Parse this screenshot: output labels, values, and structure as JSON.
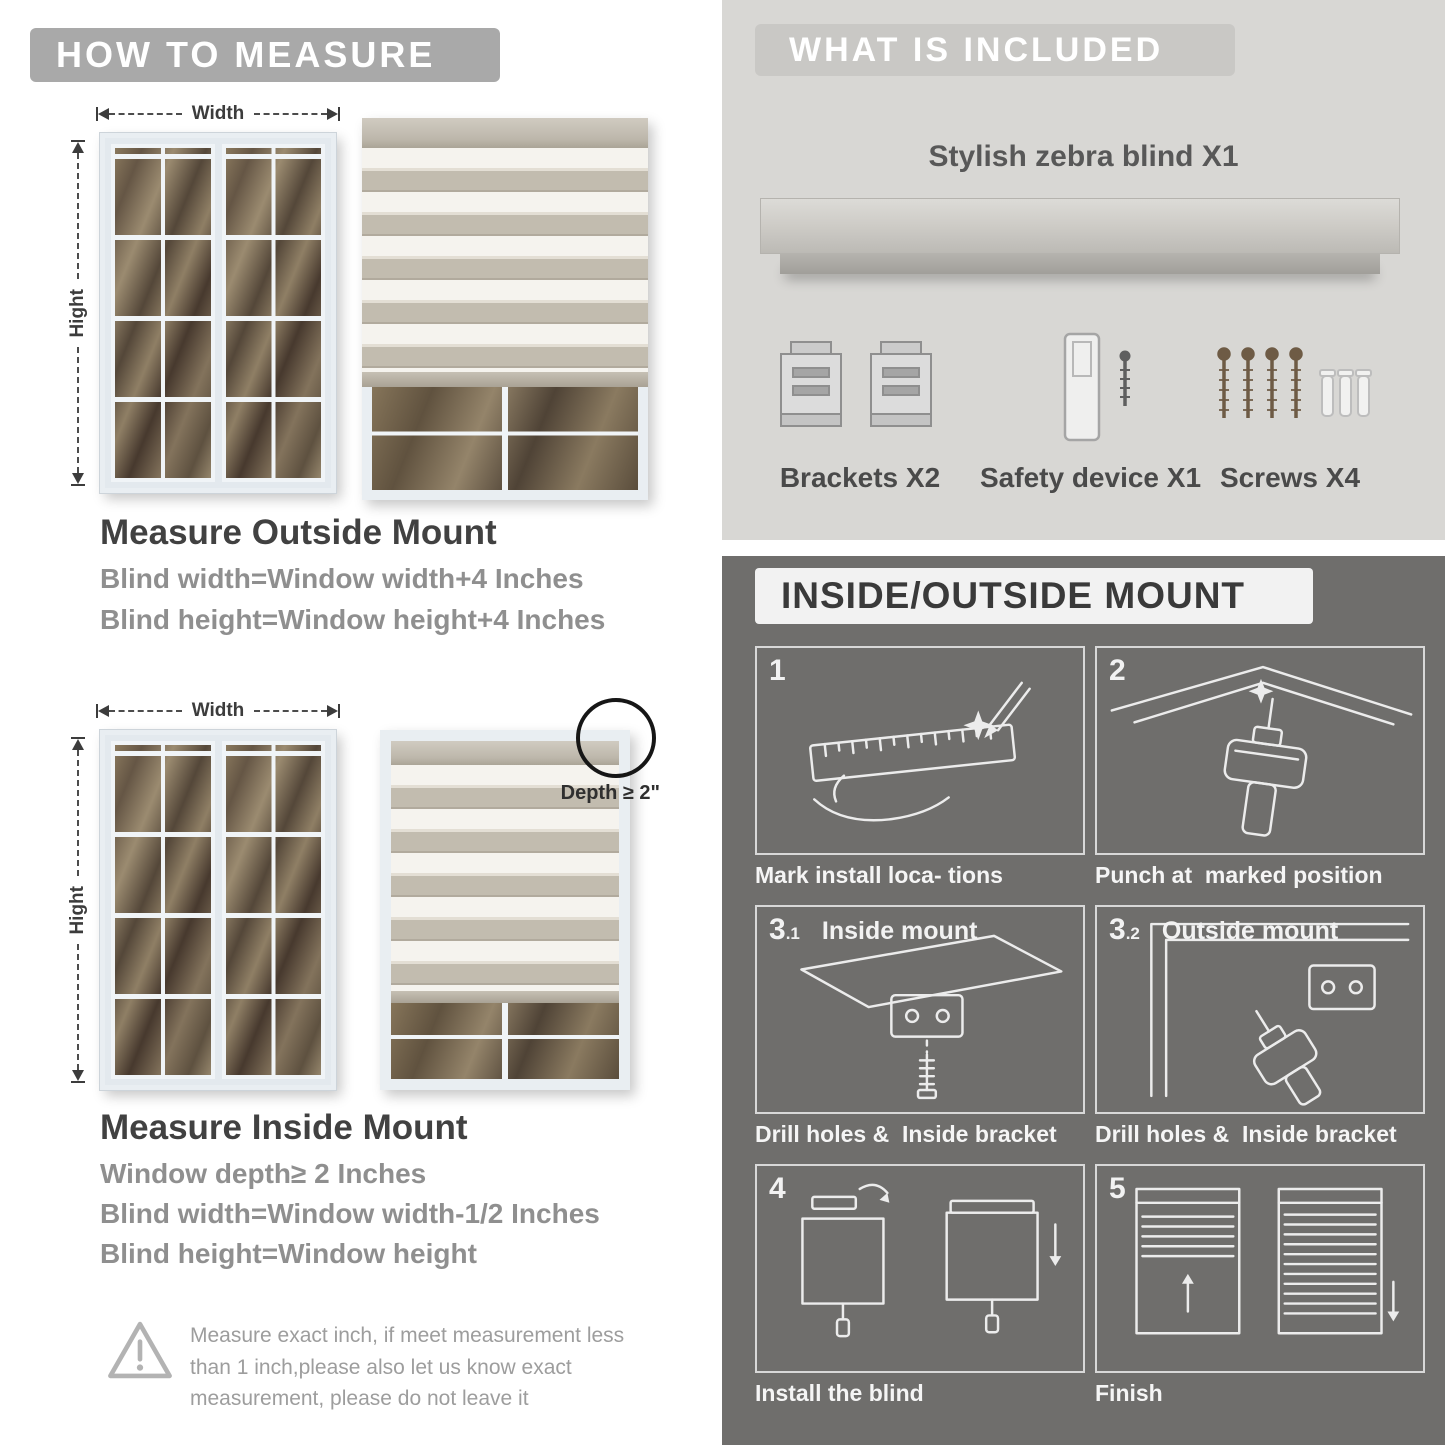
{
  "left": {
    "header": "HOW TO MEASURE",
    "outside_fig": {
      "width_label": "Width",
      "height_label": "Hight"
    },
    "outside_title": "Measure Outside Mount",
    "outside_lines": [
      "Blind width=Window width+4 Inches",
      "Blind height=Window height+4 Inches"
    ],
    "inside_fig": {
      "width_label": "Width",
      "height_label": "Hight",
      "depth_label": "Depth ≥ 2\""
    },
    "inside_title": "Measure Inside Mount",
    "inside_lines": [
      "Window depth≥ 2 Inches",
      "Blind width=Window width-1/2 Inches",
      "Blind height=Window height"
    ],
    "warning_text": "Measure exact inch, if meet measurement less than 1 inch,please also let us know exact measurement, please do not leave it"
  },
  "included": {
    "header": "WHAT IS INCLUDED",
    "product_label": "Stylish zebra blind X1",
    "items": [
      {
        "name": "brackets",
        "label": "Brackets X2"
      },
      {
        "name": "safety-device",
        "label": "Safety device X1"
      },
      {
        "name": "screws",
        "label": "Screws X4"
      }
    ]
  },
  "mount_guide": {
    "header": "INSIDE/OUTSIDE MOUNT",
    "steps": [
      {
        "num": "1",
        "caption": "Mark install loca- tions"
      },
      {
        "num": "2",
        "caption": "Punch at  marked position"
      },
      {
        "num": "3",
        "sub": ".1",
        "label": "Inside mount",
        "caption": "Drill holes &  Inside bracket"
      },
      {
        "num": "3",
        "sub": ".2",
        "label": "Outside mount",
        "caption": "Drill holes &  Inside bracket"
      },
      {
        "num": "4",
        "caption": "Install the blind"
      },
      {
        "num": "5",
        "caption": "Finish"
      }
    ]
  },
  "icons": {
    "warning": "warning-triangle-icon",
    "depth_marker": "depth-circle-icon",
    "brackets": "brackets-icon",
    "safety_device": "safety-device-icon",
    "screws": "screws-icon"
  },
  "colors": {
    "measure_banner": "#a9a9a9",
    "included_bg": "#d8d7d4",
    "included_banner": "#c9c8c5",
    "mount_bg": "#6f6e6c",
    "mount_banner_bg": "#f2f2f2",
    "blind_stripe_light": "#f5f3ee",
    "blind_stripe_dark": "#c2bcaf"
  }
}
